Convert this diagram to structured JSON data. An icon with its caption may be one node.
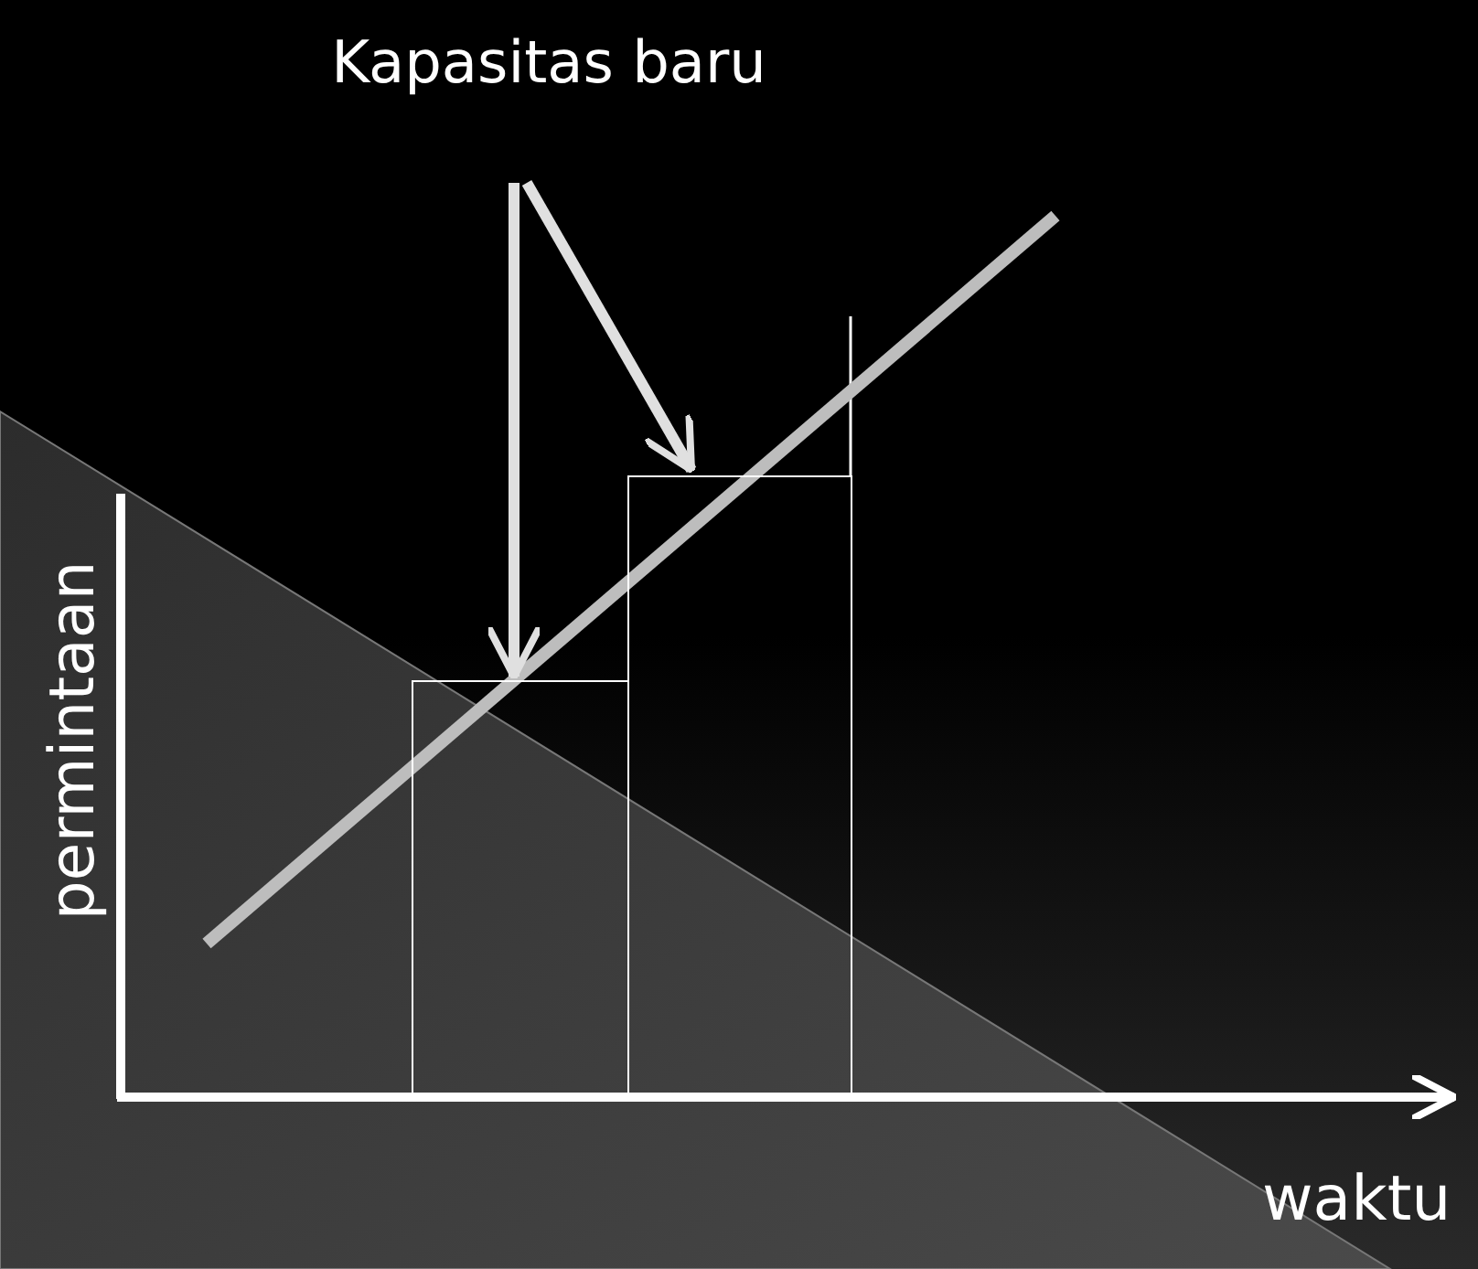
{
  "diagram": {
    "nodes": [
      {
        "text": [
          "Kapasitas baru"
        ]
      },
      {
        "text": [],
        "shape": "bar"
      },
      {
        "text": [],
        "shape": "bar"
      }
    ],
    "edges": [
      {
        "from": 0,
        "to": 1,
        "arrow": "to"
      },
      {
        "from": 0,
        "to": 2,
        "arrow": "to"
      }
    ],
    "labels": [
      "permintaan",
      "waktu"
    ]
  }
}
